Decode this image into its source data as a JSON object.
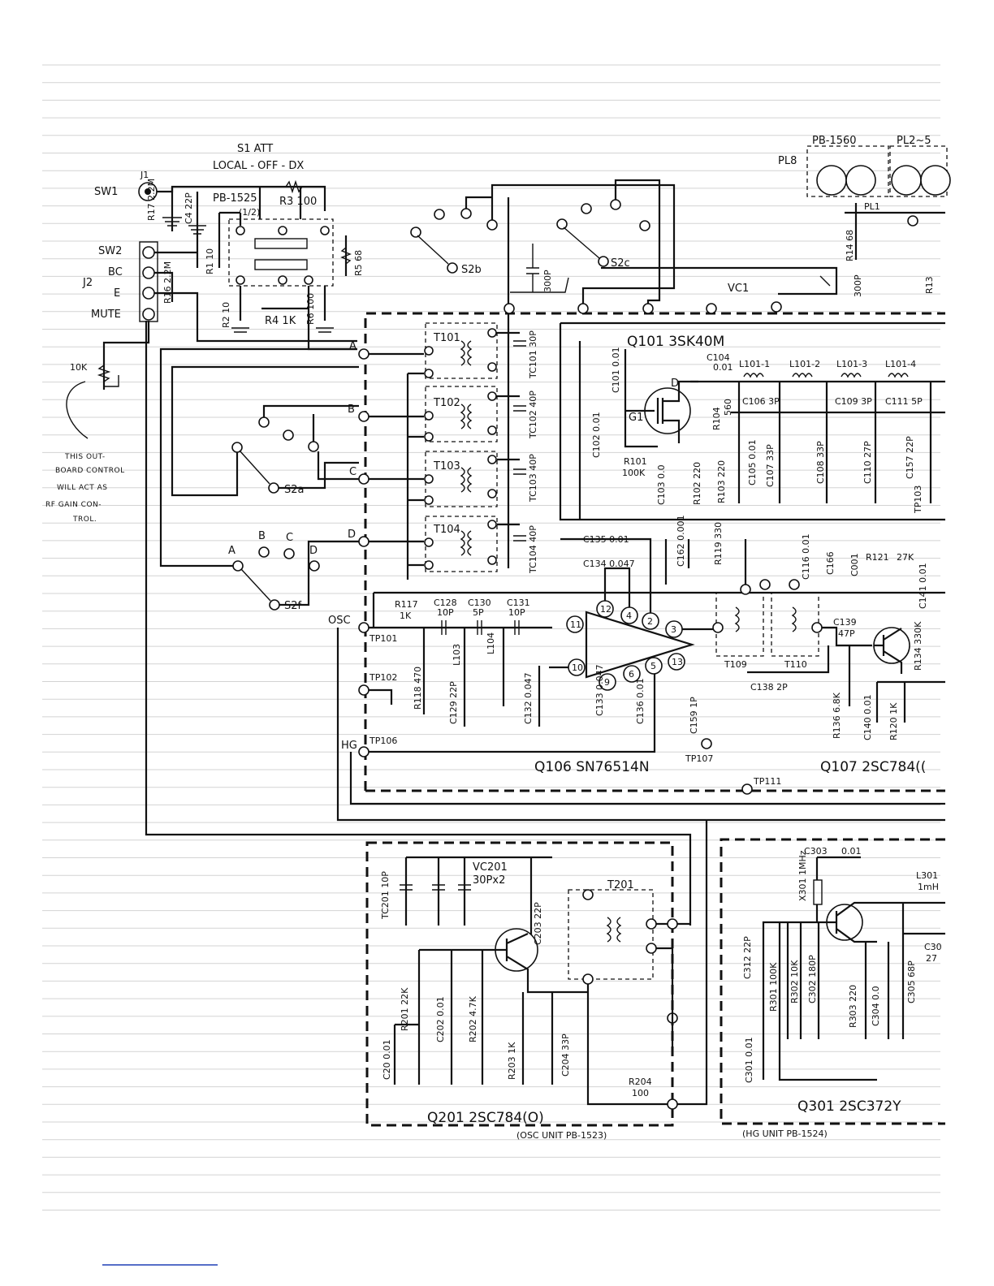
{
  "switch_s1": {
    "title": "S1 ATT",
    "positions": "LOCAL - OFF - DX"
  },
  "board_labels": {
    "pb1525": "PB-1525",
    "half": "(1/2)",
    "pb1560": "PB-1560",
    "pl2_5": "PL2~5",
    "pl8": "PL8",
    "pl1": "PL1",
    "vc1": "VC1"
  },
  "jacks": {
    "sw1": "SW1",
    "j1": "J1",
    "sw2": "SW2",
    "bc": "BC",
    "e": "E",
    "mute": "MUTE",
    "j2": "J2"
  },
  "front_end": {
    "r17": "R17 2.2M",
    "c4": "C4 22P",
    "r1": "R1 10",
    "r16": "R16 2.2M",
    "r3": "R3 100",
    "r5": "R5 68",
    "r2": "R2 10",
    "r4": "R4 1K",
    "r6": "R6 100",
    "r14": "R14 68",
    "r13": "R13"
  },
  "gain_control": {
    "pot": "10K",
    "note_lines": [
      "THIS OUT-",
      "BOARD CONTROL",
      "WILL ACT AS",
      "RF GAIN CON-",
      "TROL."
    ]
  },
  "switch_decks": {
    "s2b": "S2b",
    "s2c": "S2c",
    "s2a": "S2a",
    "s2f": "S2f",
    "cap300p_a": "300P",
    "cap300p_b": "300P"
  },
  "switch_letters": {
    "a": "A",
    "b": "B",
    "c": "C",
    "d": "D"
  },
  "rf_stage": {
    "q101": "Q101 3SK40M",
    "d": "D",
    "g1": "G1",
    "c101": "C101 0.01",
    "c102": "C102 0.01",
    "r101": "R101",
    "r101v": "100K",
    "c103": "C103 0.0",
    "r102": "R102 220",
    "r103": "R103 220",
    "r104": "R104",
    "r104v": "560",
    "c104": "C104",
    "c104v": "0.01",
    "l101_1": "L101-1",
    "l101_2": "L101-2",
    "l101_3": "L101-3",
    "l101_4": "L101-4",
    "c106": "C106 3P",
    "c109": "C109 3P",
    "c111": "C111 5P",
    "c105": "C105 0.01",
    "c107": "C107 33P",
    "c108": "C108 33P",
    "c110": "C110 27P",
    "c157": "C157 22P",
    "tp103": "TP103"
  },
  "transformers": {
    "t101": "T101",
    "t102": "T102",
    "t103": "T103",
    "t104": "T104",
    "tc101": "TC101 30P",
    "tc102": "TC102 40P",
    "tc103": "TC103 40P",
    "tc104": "TC104 40P"
  },
  "osc_section": {
    "osc": "OSC",
    "tp101": "TP101",
    "tp102": "TP102",
    "tp106": "TP106",
    "hg": "HG",
    "tp107": "TP107",
    "tp111": "TP111",
    "r117": "R117",
    "r117v": "1K",
    "c128": "C128",
    "c128v": "10P",
    "c130": "C130",
    "c130v": "5P",
    "c131": "C131",
    "c131v": "10P",
    "r118": "R118 470",
    "l103": "L103",
    "l104": "L104",
    "c129": "C129 22P",
    "c132": "C132 0.047",
    "c135": "C135 0.01",
    "c134": "C134 0.047",
    "c162": "C162 0.001",
    "c133": "C133 0.047",
    "c136": "C136 0.01",
    "c159": "C159 1P",
    "r119": "R119 330",
    "c116": "C116 0.01",
    "c166": "C166",
    "c001": "C001",
    "r121": "R121",
    "r121v": "27K",
    "c141": "C141 0.01",
    "t109": "T109",
    "t110": "T110",
    "c138": "C138 2P",
    "c139": "C139",
    "c139v": "47P",
    "r134": "R134 330K",
    "r136": "R136 6.8K",
    "c140": "C140 0.01",
    "r120": "R120 1K",
    "pins": [
      "11",
      "12",
      "4",
      "2",
      "3",
      "13",
      "10",
      "9",
      "6",
      "5"
    ],
    "q106": "Q106 SN76514N",
    "q107": "Q107 2SC784(("
  },
  "osc_unit": {
    "tc201": "TC201 10P",
    "vc201": "VC201",
    "vc201v": "30Px2",
    "c203": "C203 22P",
    "t201": "T201",
    "c20": "C20 0.01",
    "r201": "R201 22K",
    "c202": "C202 0.01",
    "r202": "R202 4.7K",
    "r203": "R203 1K",
    "c204": "C204 33P",
    "r204": "R204",
    "r204v": "100",
    "q201": "Q201 2SC784(O)",
    "unit": "(OSC UNIT PB-1523)"
  },
  "hg_unit": {
    "c303": "C303",
    "c303v": "0.01",
    "x301": "X301 1MHz",
    "l301": "L301",
    "l301v": "1mH",
    "c312": "C312 22P",
    "r301": "R301 100K",
    "r302": "R302 10K",
    "c302": "C302 180P",
    "r303": "R303 220",
    "c304": "C304 0.0",
    "c305": "C305 68P",
    "c30x": "C30",
    "c30x_val": "27",
    "c301": "C301 0.01",
    "q301": "Q301 2SC372Y",
    "unit": "(HG UNIT PB-1524)"
  },
  "colors": {
    "ink": "#111111",
    "paper": "#ffffff",
    "rule": "#d3d3d3",
    "footer_link": "#1f3fb5"
  }
}
